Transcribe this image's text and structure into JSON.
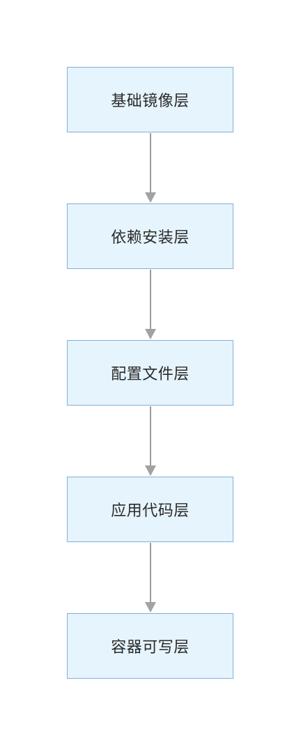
{
  "diagram": {
    "nodes": [
      {
        "label": "基础镜像层"
      },
      {
        "label": "依赖安装层"
      },
      {
        "label": "配置文件层"
      },
      {
        "label": "应用代码层"
      },
      {
        "label": "容器可写层"
      }
    ],
    "colors": {
      "node_fill": "#e6f4fd",
      "node_border": "#7fb0d9",
      "edge": "#9a9a9a",
      "text": "#2a2a2a"
    }
  }
}
